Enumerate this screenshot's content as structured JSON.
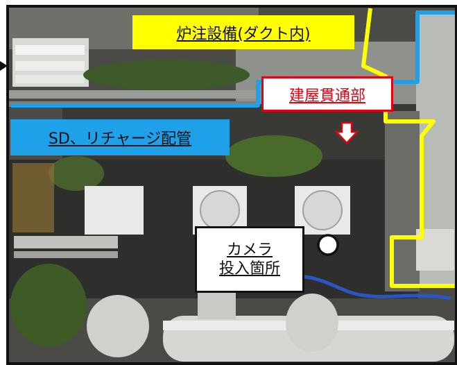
{
  "labels": {
    "furnace_equipment": "炉注設備(ダクト内)",
    "building_penetration": "建屋貫通部",
    "sd_recharge_piping": "SD、リチャージ配管",
    "camera_insertion_line1": "カメラ",
    "camera_insertion_line2": "投入箇所"
  },
  "colors": {
    "route_yellow": "#ffff00",
    "route_blue": "#1ea1e8",
    "penetration_red": "#e60012",
    "frame_black": "#111111"
  },
  "icons": {
    "penetration_marker": "down-arrow-icon",
    "camera_point": "circle-marker-icon",
    "pointer": "right-arrow-icon"
  }
}
